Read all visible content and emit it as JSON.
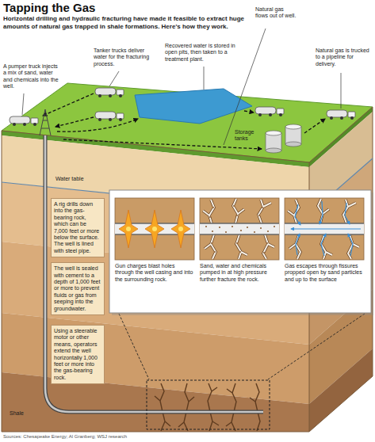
{
  "diagram": {
    "title": "Tapping the Gas",
    "caption": "Horizontal drilling and hydraulic fracturing have made it feasible to extract huge amounts of natural gas trapped in shale formations. Here's how they work.",
    "nodes": [
      {
        "text": [
          "A rig drills down into the gas-bearing rock, which can be 7,000 feet or more below the surface. The well is lined with steel pipe."
        ]
      },
      {
        "text": [
          "The well is sealed with cement to a depth of 1,000 feet or more to prevent fluids or gas from seeping into the groundwater."
        ]
      },
      {
        "text": [
          "Using a steerable motor or other means, operators extend the well horizontally 1,000 feet or more into the gas-bearing rock."
        ]
      },
      {
        "text": [
          "Gun charges blast holes through the well casing and into the surrounding rock."
        ]
      },
      {
        "text": [
          "Sand, water and chemicals pumped in at high pressure further fracture the rock."
        ]
      },
      {
        "text": [
          "Gas escapes through fissures propped open by sand particles and up to the surface"
        ]
      }
    ],
    "labels": [
      "A pumper truck injects a mix of sand, water and chemicals into the well.",
      "Tanker trucks deliver water for the fracturing process.",
      "Recovered water is stored in open pits, then taken to a treatment plant.",
      "Natural gas flows out of well.",
      "Natural gas is trucked to a pipeline for delivery.",
      "Storage tanks",
      "Water table",
      "Shale",
      "Sources: Chesapeake Energy; Al Granberg; WSJ research"
    ]
  }
}
